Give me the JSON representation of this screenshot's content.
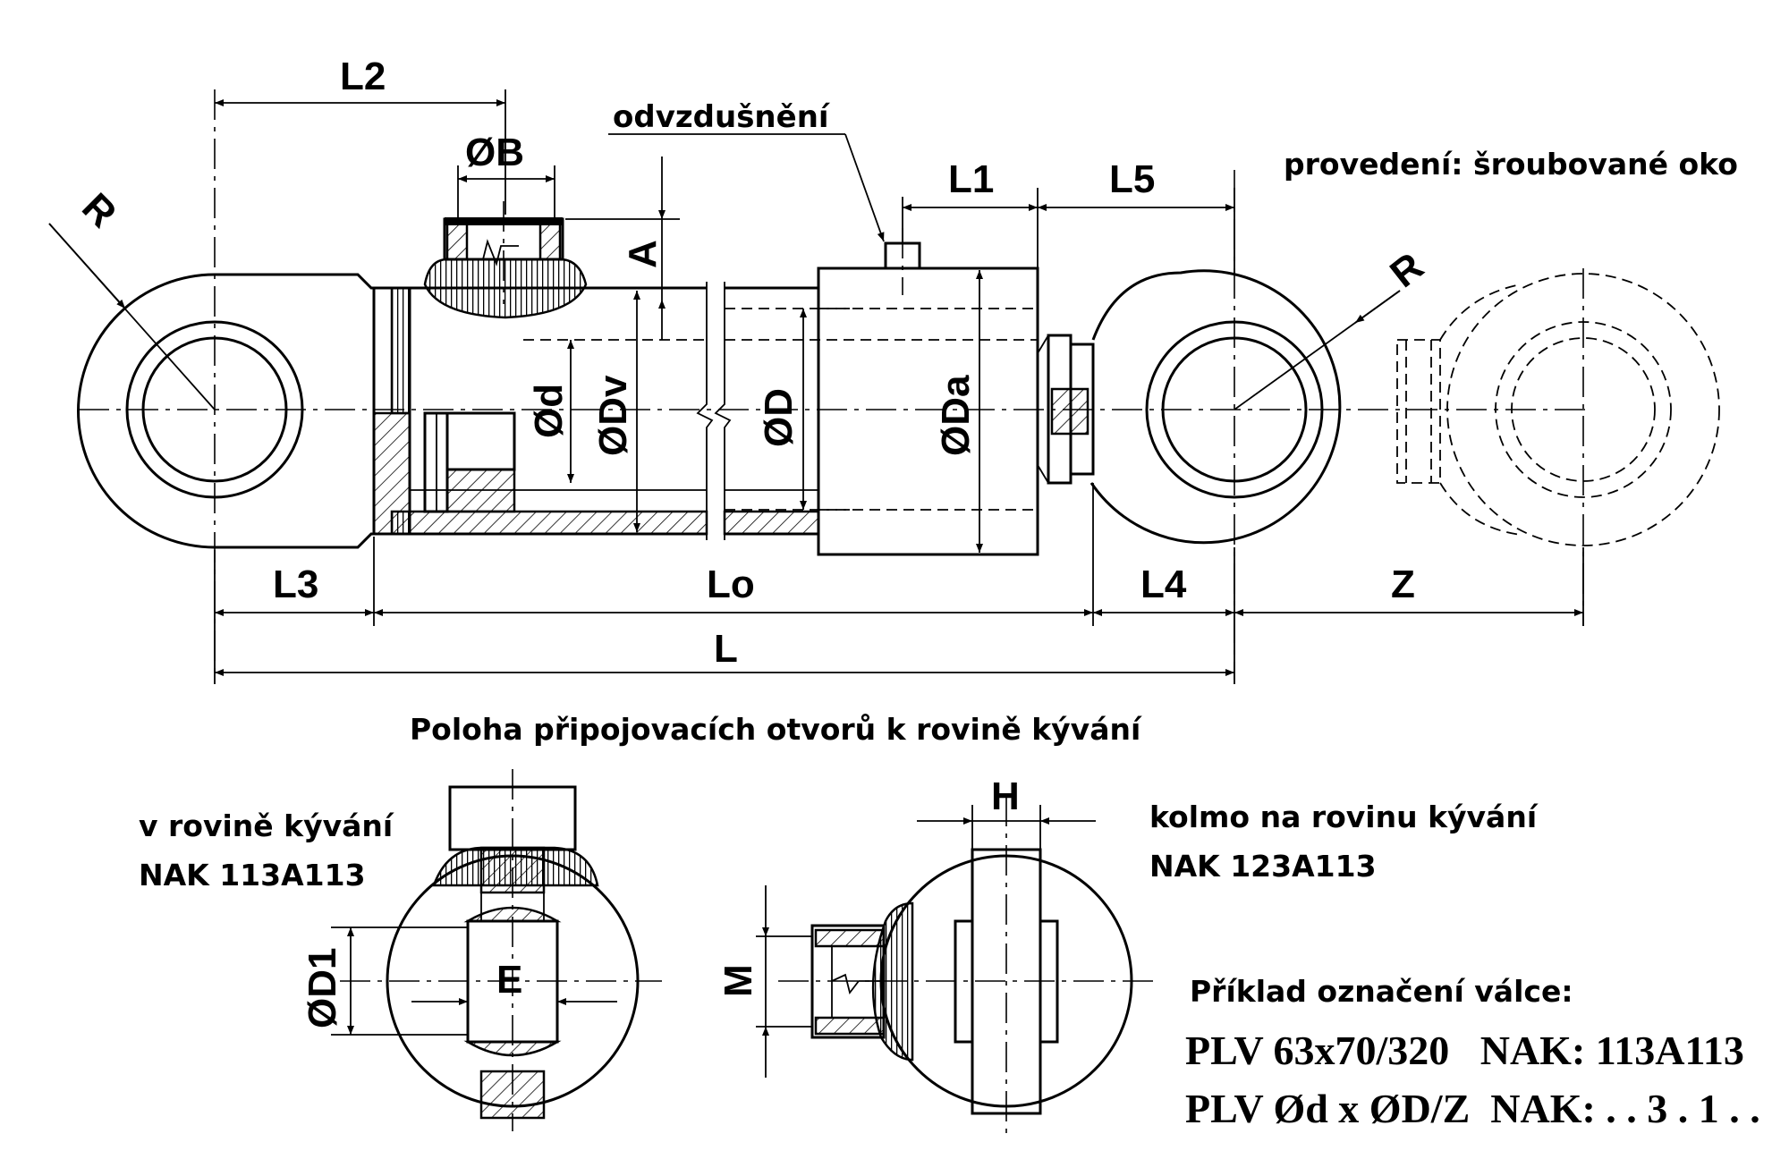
{
  "labels": {
    "L2": "L2",
    "B": "ØB",
    "vent": "odvzdušnění",
    "L1": "L1",
    "L5": "L5",
    "R_left": "R",
    "R_right": "R",
    "A": "A",
    "d": "Ød",
    "Dv": "ØDv",
    "D": "ØD",
    "Da": "ØDa",
    "L3": "L3",
    "Lo": "Lo",
    "L4": "L4",
    "Z": "Z",
    "L": "L",
    "H": "H",
    "D1": "ØD1",
    "E": "E",
    "M": "M"
  },
  "notes": {
    "variant": "provedení: šroubované oko",
    "position_title": "Poloha připojovacích otvorů k rovině kývání",
    "in_plane": "v rovině kývání",
    "in_plane_code": "NAK 113A113",
    "perpendicular": "kolmo na rovinu kývání",
    "perpendicular_code": "NAK 123A113",
    "example_title": "Příklad označení válce:",
    "example_line1": "PLV 63x70/320   NAK: 113A113",
    "example_line2": "PLV Ød x ØD/Z  NAK: . . 3 . 1 . ."
  }
}
